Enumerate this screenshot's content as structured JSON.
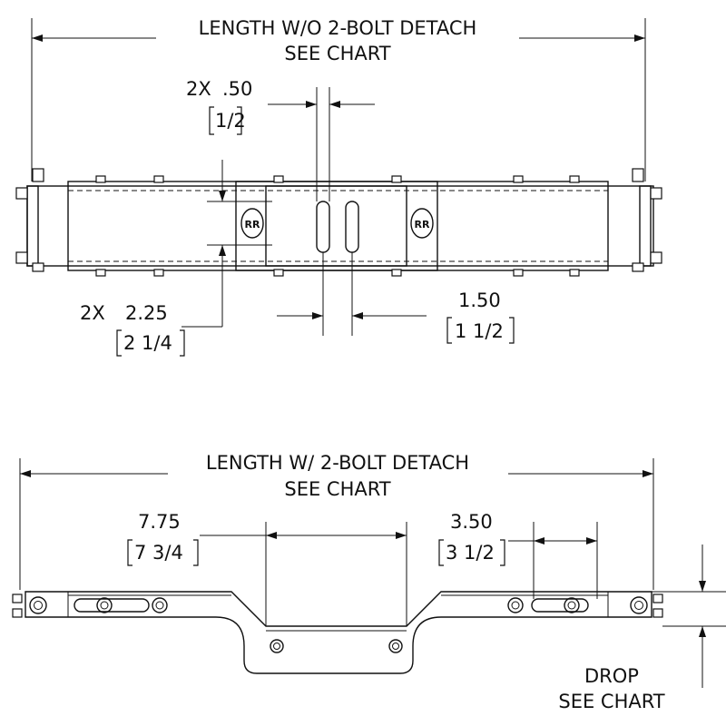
{
  "top_view": {
    "length_label_line1": "LENGTH W/O 2-BOLT DETACH",
    "length_label_line2": "SEE CHART",
    "slot_width": {
      "qty": "2X",
      "decimal": ".50",
      "fraction": "1/2"
    },
    "height": {
      "qty": "2X",
      "decimal": "2.25",
      "fraction": "2 1/4"
    },
    "slot_spacing": {
      "decimal": "1.50",
      "fraction": "1 1/2"
    }
  },
  "side_view": {
    "length_label_line1": "LENGTH W/ 2-BOLT DETACH",
    "length_label_line2": "SEE CHART",
    "center_width": {
      "decimal": "7.75",
      "fraction": "7 3/4"
    },
    "adjust_slot": {
      "decimal": "3.50",
      "fraction": "3 1/2"
    },
    "drop_line1": "DROP",
    "drop_line2": "SEE CHART"
  }
}
